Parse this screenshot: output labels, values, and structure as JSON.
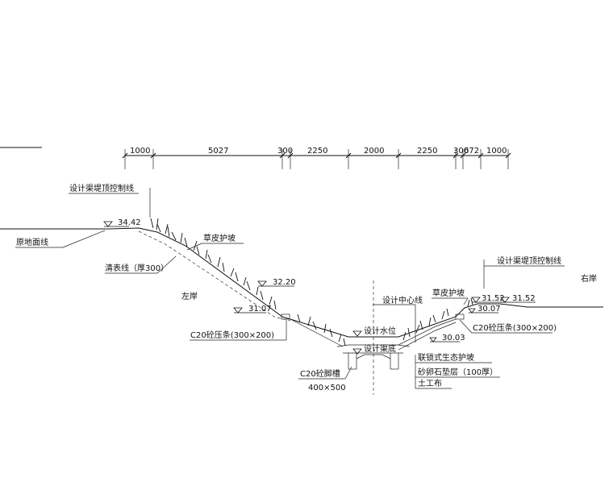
{
  "dimensions": [
    "1000",
    "5027",
    "300",
    "2250",
    "2000",
    "2250",
    "300",
    "672",
    "1000"
  ],
  "labels": {
    "design_top_left": "设计渠堤顶控制线",
    "design_top_right": "设计渠堤顶控制线",
    "original_ground": "原地面线",
    "grass_left": "草皮护坡",
    "grass_right": "草皮护坡",
    "clearing_line": "清表线（厚300）",
    "left_bank": "左岸",
    "right_bank": "右岸",
    "center_line": "设计中心线",
    "water_level": "设计水位",
    "bed_level": "设计渠底",
    "c20_left": "C20砼压条(300×200)",
    "c20_right": "C20砼压条(300×200)",
    "eco_slope": "联锁式生态护坡",
    "gravel": "砂卵石垫层（100厚）",
    "geotextile": "土工布",
    "foot_groove": "C20砼脚槽",
    "foot_size": "400×500"
  },
  "elevations": {
    "left_top": "34.42",
    "left_berm": "32.20",
    "left_c20": "31.07",
    "right_top_a": "31.52",
    "right_top_b": "31.52",
    "right_c20": "30.07",
    "right_low": "30.03"
  }
}
